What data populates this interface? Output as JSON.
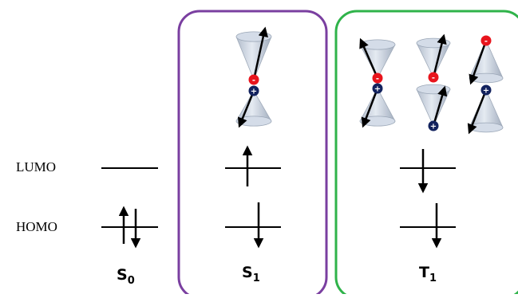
{
  "levels": {
    "lumo": "LUMO",
    "homo": "HOMO"
  },
  "states": {
    "s0": {
      "main": "S",
      "sub": "0"
    },
    "s1": {
      "main": "S",
      "sub": "1"
    },
    "t1": {
      "main": "T",
      "sub": "1"
    }
  },
  "charges": {
    "negative": "-",
    "positive": "+"
  },
  "colors": {
    "singlet_box": "#7a3fa0",
    "triplet_box": "#2fb34a",
    "negative_charge": "#e8141c",
    "positive_charge": "#12225e",
    "cone_fill": "#c9d3e0"
  }
}
